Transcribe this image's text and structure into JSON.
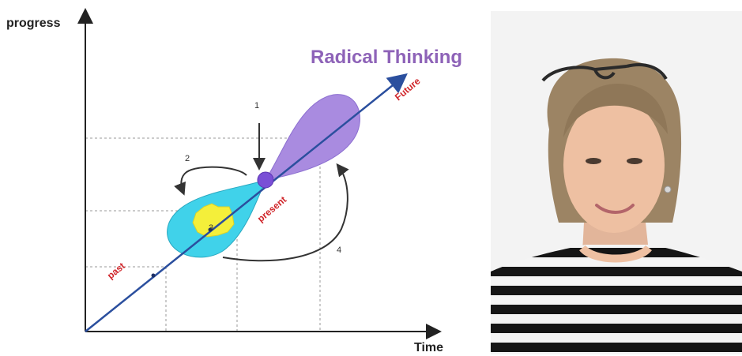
{
  "diagram": {
    "y_axis_label": "progress",
    "x_axis_label": "Time",
    "title": "Radical Thinking",
    "labels": {
      "future": "Future",
      "present": "present",
      "past": "past",
      "step1": "1",
      "step2": "2",
      "step3": "3",
      "step4": "4"
    },
    "colors": {
      "title": "#8e63b8",
      "future_lobe": "#a98be0",
      "present_dot": "#7a4fd6",
      "past_lobe": "#40d2ea",
      "core": "#f4ef3a",
      "time_arrow": "#2b4f9e",
      "text_red": "#d0262b"
    }
  },
  "photo": {
    "subject": "portrait of a woman with glasses on her head wearing a striped top"
  }
}
